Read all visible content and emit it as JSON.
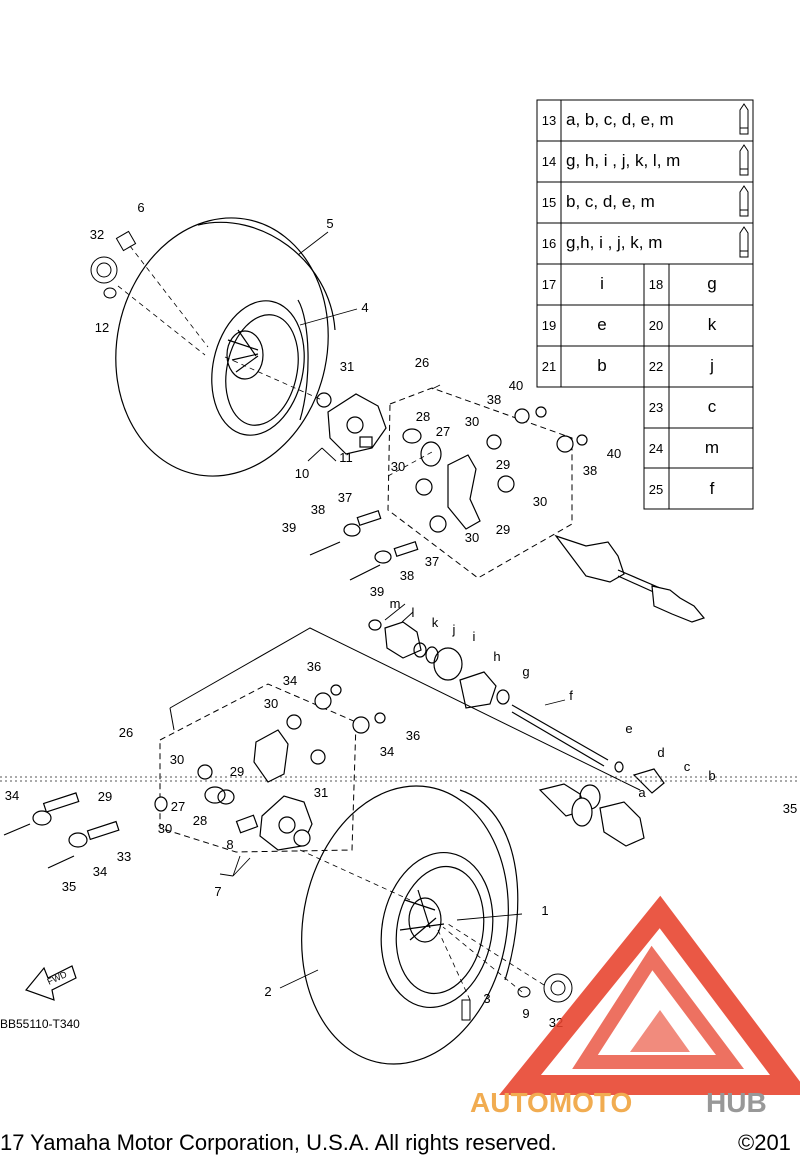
{
  "diagram": {
    "drawing_code": "BB55110-T340",
    "fwd_label": "FWD",
    "copyright": "17 Yamaha Motor Corporation, U.S.A. All rights reserved.",
    "copyright_right": "©201",
    "watermark": {
      "brand_a": "AUTOMOTO",
      "brand_b": "HUB"
    },
    "colors": {
      "line": "#000000",
      "watermark_red": "#e8412c",
      "watermark_orange": "#f0a13a",
      "watermark_grey": "#8a8a8a"
    }
  },
  "legend_table": {
    "wide_rows": [
      {
        "num": "13",
        "parts": "a, b, c, d, e, m"
      },
      {
        "num": "14",
        "parts": "g, h, i , j, k, l, m"
      },
      {
        "num": "15",
        "parts": "b, c, d, e, m"
      },
      {
        "num": "16",
        "parts": "g,h, i , j, k, m"
      }
    ],
    "pair_rows": [
      {
        "num_a": "17",
        "part_a": "i",
        "num_b": "18",
        "part_b": "g"
      },
      {
        "num_a": "19",
        "part_a": "e",
        "num_b": "20",
        "part_b": "k"
      },
      {
        "num_a": "21",
        "part_a": "b",
        "num_b": "22",
        "part_b": "j"
      }
    ],
    "single_rows": [
      {
        "num": "23",
        "part": "c"
      },
      {
        "num": "24",
        "part": "m"
      },
      {
        "num": "25",
        "part": "f"
      }
    ]
  },
  "callouts": [
    "1",
    "2",
    "3",
    "4",
    "5",
    "6",
    "7",
    "8",
    "9",
    "10",
    "11",
    "12",
    "26",
    "27",
    "28",
    "29",
    "30",
    "31",
    "32",
    "33",
    "34",
    "35",
    "36",
    "37",
    "38",
    "39",
    "40",
    "a",
    "b",
    "c",
    "d",
    "e",
    "f",
    "g",
    "h",
    "i",
    "j",
    "k",
    "l",
    "m"
  ]
}
